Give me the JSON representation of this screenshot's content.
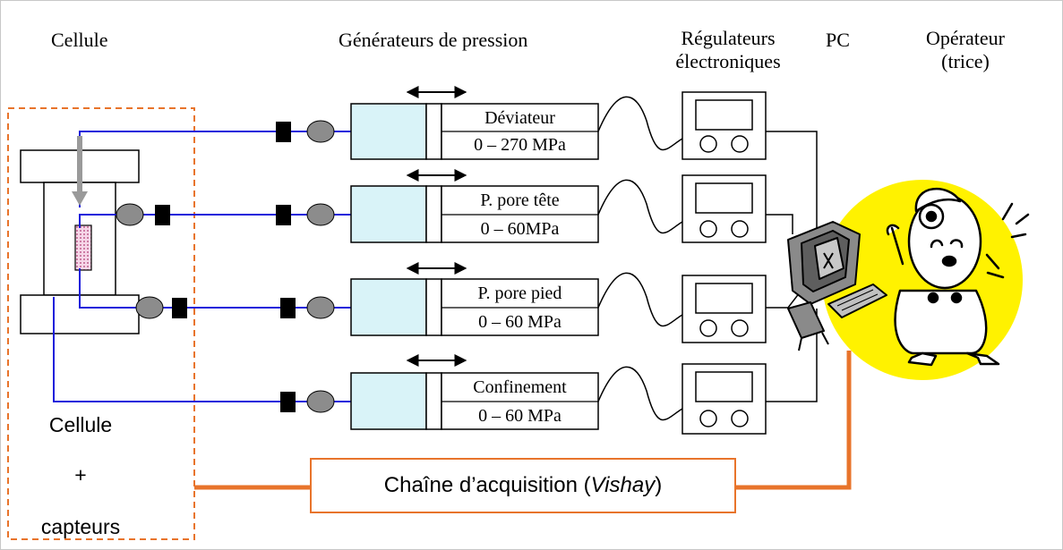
{
  "headers": {
    "cellule": "Cellule",
    "generateurs": "Générateurs de pression",
    "regulateurs_1": "Régulateurs",
    "regulateurs_2": "électroniques",
    "pc": "PC",
    "operateur_1": "Opérateur",
    "operateur_2": "(trice)"
  },
  "generators": [
    {
      "name": "Déviateur",
      "range": "0 – 270 MPa"
    },
    {
      "name": "P. pore tête",
      "range": "0 – 60MPa"
    },
    {
      "name": "P. pore pied",
      "range": "0 – 60 MPa"
    },
    {
      "name": "Confinement",
      "range": "0 – 60 MPa"
    }
  ],
  "cell_block": {
    "line1": "Cellule",
    "line2": "+",
    "line3": "capteurs"
  },
  "acquisition": {
    "prefix": "Chaîne d’acquisition (",
    "name": "Vishay",
    "suffix": ")"
  },
  "colors": {
    "line_blue": "#1a1adb",
    "orange": "#e8742b",
    "piston": "#d9f3f8",
    "valve_gray": "#8c8c8c",
    "sun_yellow": "#fff200",
    "sample_pink": "#e8a4c8"
  }
}
